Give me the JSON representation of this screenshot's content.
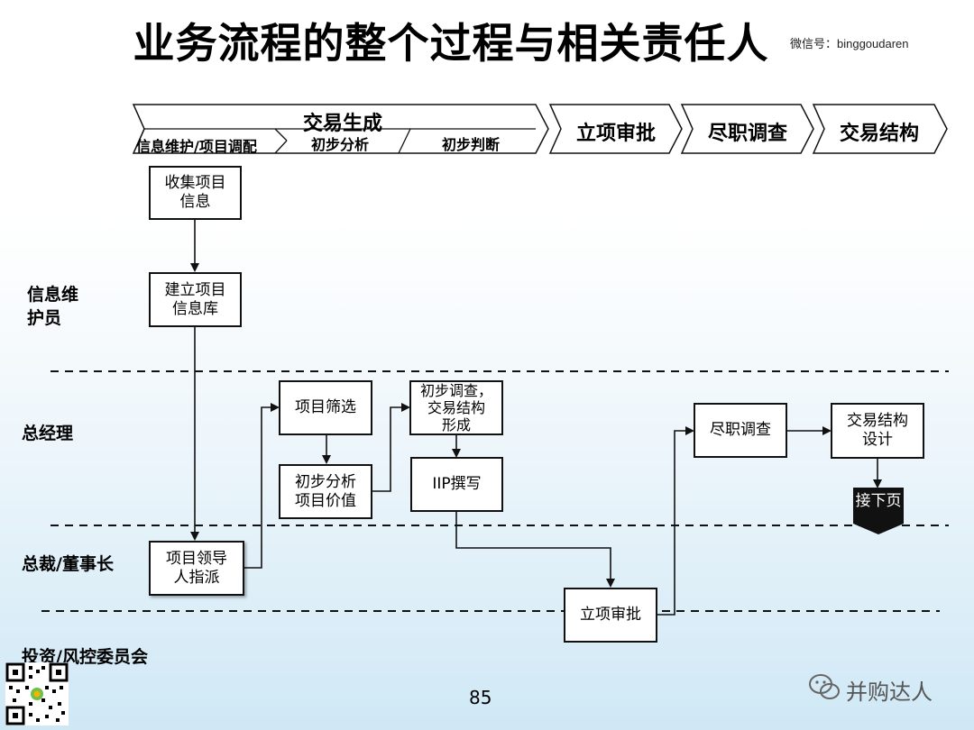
{
  "title": "业务流程的整个过程与相关责任人",
  "wechat_id": "微信号：binggoudaren",
  "phases": {
    "main": "交易生成",
    "sub": [
      "信息维护/项目调配",
      "初步分析",
      "初步判断"
    ],
    "others": [
      "立项审批",
      "尽职调查",
      "交易结构"
    ]
  },
  "lanes": [
    "信息维\n护员",
    "总经理",
    "总裁/董事长",
    "投资/风控委员会"
  ],
  "boxes": {
    "collect": "收集项目\n信息",
    "build_db": "建立项目\n信息库",
    "screen": "项目筛选",
    "analysis": "初步分析\n项目价值",
    "investigate": "初步调查，\n交易结构\n形成",
    "iip": "IIP撰写",
    "due_diligence": "尽职调查",
    "structure_design": "交易结构\n设计",
    "leader_assign": "项目领导\n人指派",
    "approval": "立项审批"
  },
  "next_page": "接下页",
  "page_number": "85",
  "brand": "并购达人"
}
